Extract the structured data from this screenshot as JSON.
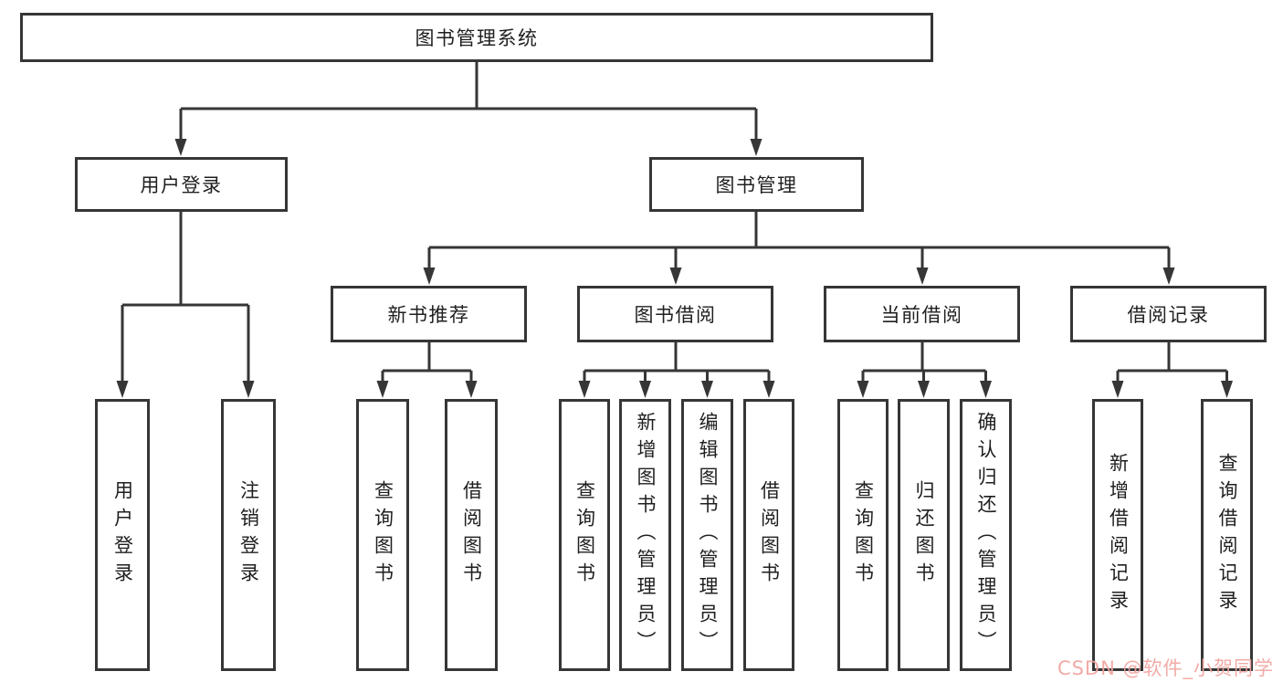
{
  "watermark": {
    "text": "CSDN @软件_小贺同学"
  },
  "colors": {
    "line": "#363636",
    "box_border": "#363636",
    "box_background": "#ffffff",
    "text": "#1f1f1f",
    "watermark": "#f0a4a0",
    "background": "#ffffff"
  },
  "tree": {
    "root": {
      "label": "图书管理系统"
    },
    "branches": [
      {
        "label": "用户登录",
        "children": [
          {
            "label": "用户登录"
          },
          {
            "label": "注销登录"
          }
        ]
      },
      {
        "label": "图书管理",
        "children": [
          {
            "label": "新书推荐",
            "children": [
              {
                "label": "查询图书"
              },
              {
                "label": "借阅图书"
              }
            ]
          },
          {
            "label": "图书借阅",
            "children": [
              {
                "label": "查询图书"
              },
              {
                "label": "新增图书（管理员）"
              },
              {
                "label": "编辑图书（管理员）"
              },
              {
                "label": "借阅图书"
              }
            ]
          },
          {
            "label": "当前借阅",
            "children": [
              {
                "label": "查询图书"
              },
              {
                "label": "归还图书"
              },
              {
                "label": "确认归还（管理员）"
              }
            ]
          },
          {
            "label": "借阅记录",
            "children": [
              {
                "label": "新增借阅记录"
              },
              {
                "label": "查询借阅记录"
              }
            ]
          }
        ]
      }
    ]
  }
}
